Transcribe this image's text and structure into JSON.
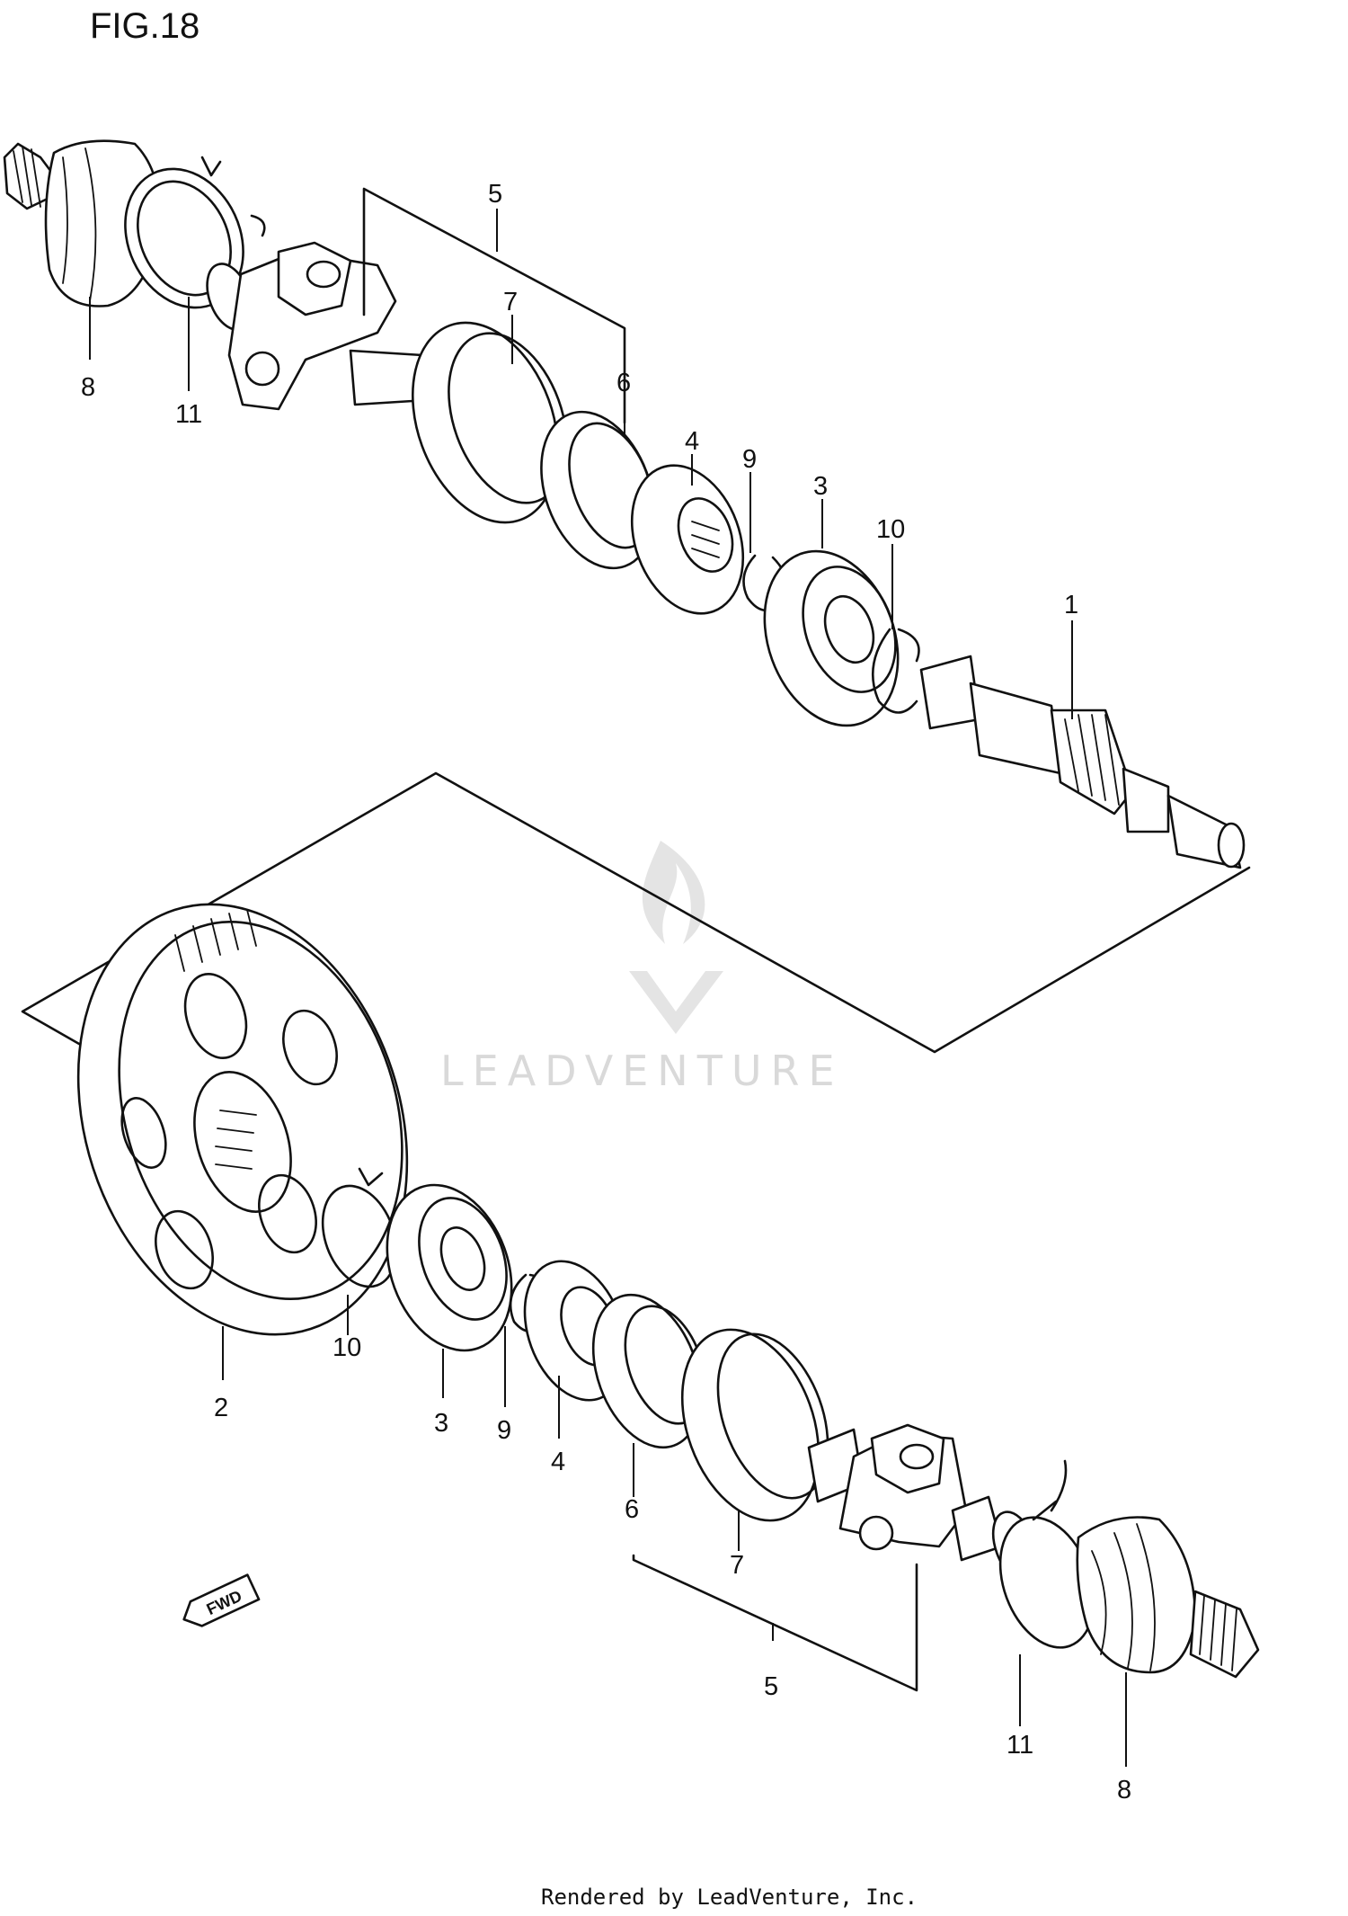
{
  "figure": {
    "title": "FIG.18"
  },
  "watermark": {
    "text": "LEADVENTURE"
  },
  "footer": {
    "text": "Rendered by LeadVenture, Inc."
  },
  "direction_arrow": {
    "label": "FWD"
  },
  "callouts": {
    "top_8": "8",
    "top_11": "11",
    "top_5": "5",
    "top_7": "7",
    "top_6": "6",
    "top_4": "4",
    "top_9": "9",
    "top_3": "3",
    "top_10": "10",
    "top_1": "1",
    "bot_2": "2",
    "bot_10": "10",
    "bot_3": "3",
    "bot_9": "9",
    "bot_4": "4",
    "bot_6": "6",
    "bot_7": "7",
    "bot_5": "5",
    "bot_11": "11",
    "bot_8": "8"
  },
  "colors": {
    "line": "#111111",
    "watermark": "#d9d9d9",
    "background": "#ffffff"
  }
}
